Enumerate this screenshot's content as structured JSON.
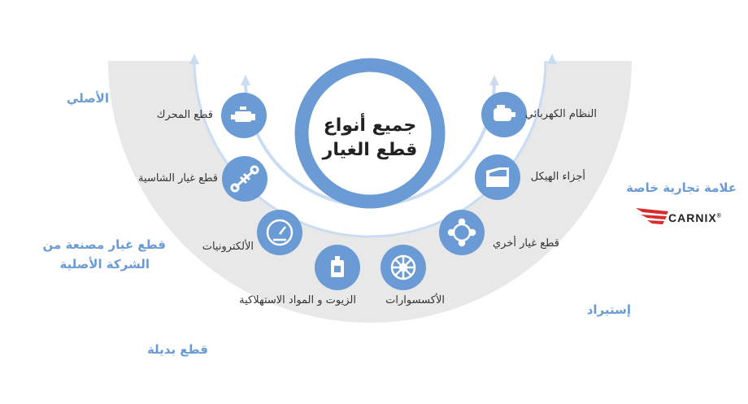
{
  "colors": {
    "accent": "#6b9bd4",
    "light_ring": "#e8e8e8",
    "arc_light": "#c9dcf2",
    "brand_red": "#d92b2b"
  },
  "center": {
    "line1": "جميع أنواع",
    "line2": "قطع الغيار"
  },
  "items": [
    {
      "label": "قطع المحرك",
      "icon": "engine-icon"
    },
    {
      "label": "قطع غيار الشاسية",
      "icon": "chassis-icon"
    },
    {
      "label": "الألكترونيات",
      "icon": "gauge-icon"
    },
    {
      "label": "الزيوت  و المواد الاستهلاكية",
      "icon": "oil-bottle-icon"
    },
    {
      "label": "الأكسسوارات",
      "icon": "wheel-icon"
    },
    {
      "label": "قطع غيار أخري",
      "icon": "chain-icon"
    },
    {
      "label": "أجزاء الهيكل",
      "icon": "car-door-icon"
    },
    {
      "label": "النظام الكهربائي",
      "icon": "alternator-icon"
    }
  ],
  "outer_labels": {
    "original": "الأصلي",
    "oem_line1": "قطع غيار مصنعة من",
    "oem_line2": "الشركة الأصلية",
    "aftermarket": "قطع بديلة",
    "import": "إستيراد",
    "private_label": "علامة تجارية خاصة"
  },
  "brand": {
    "name": "CARNIX",
    "mark": "®",
    "logo": "carnix-wing-logo"
  }
}
